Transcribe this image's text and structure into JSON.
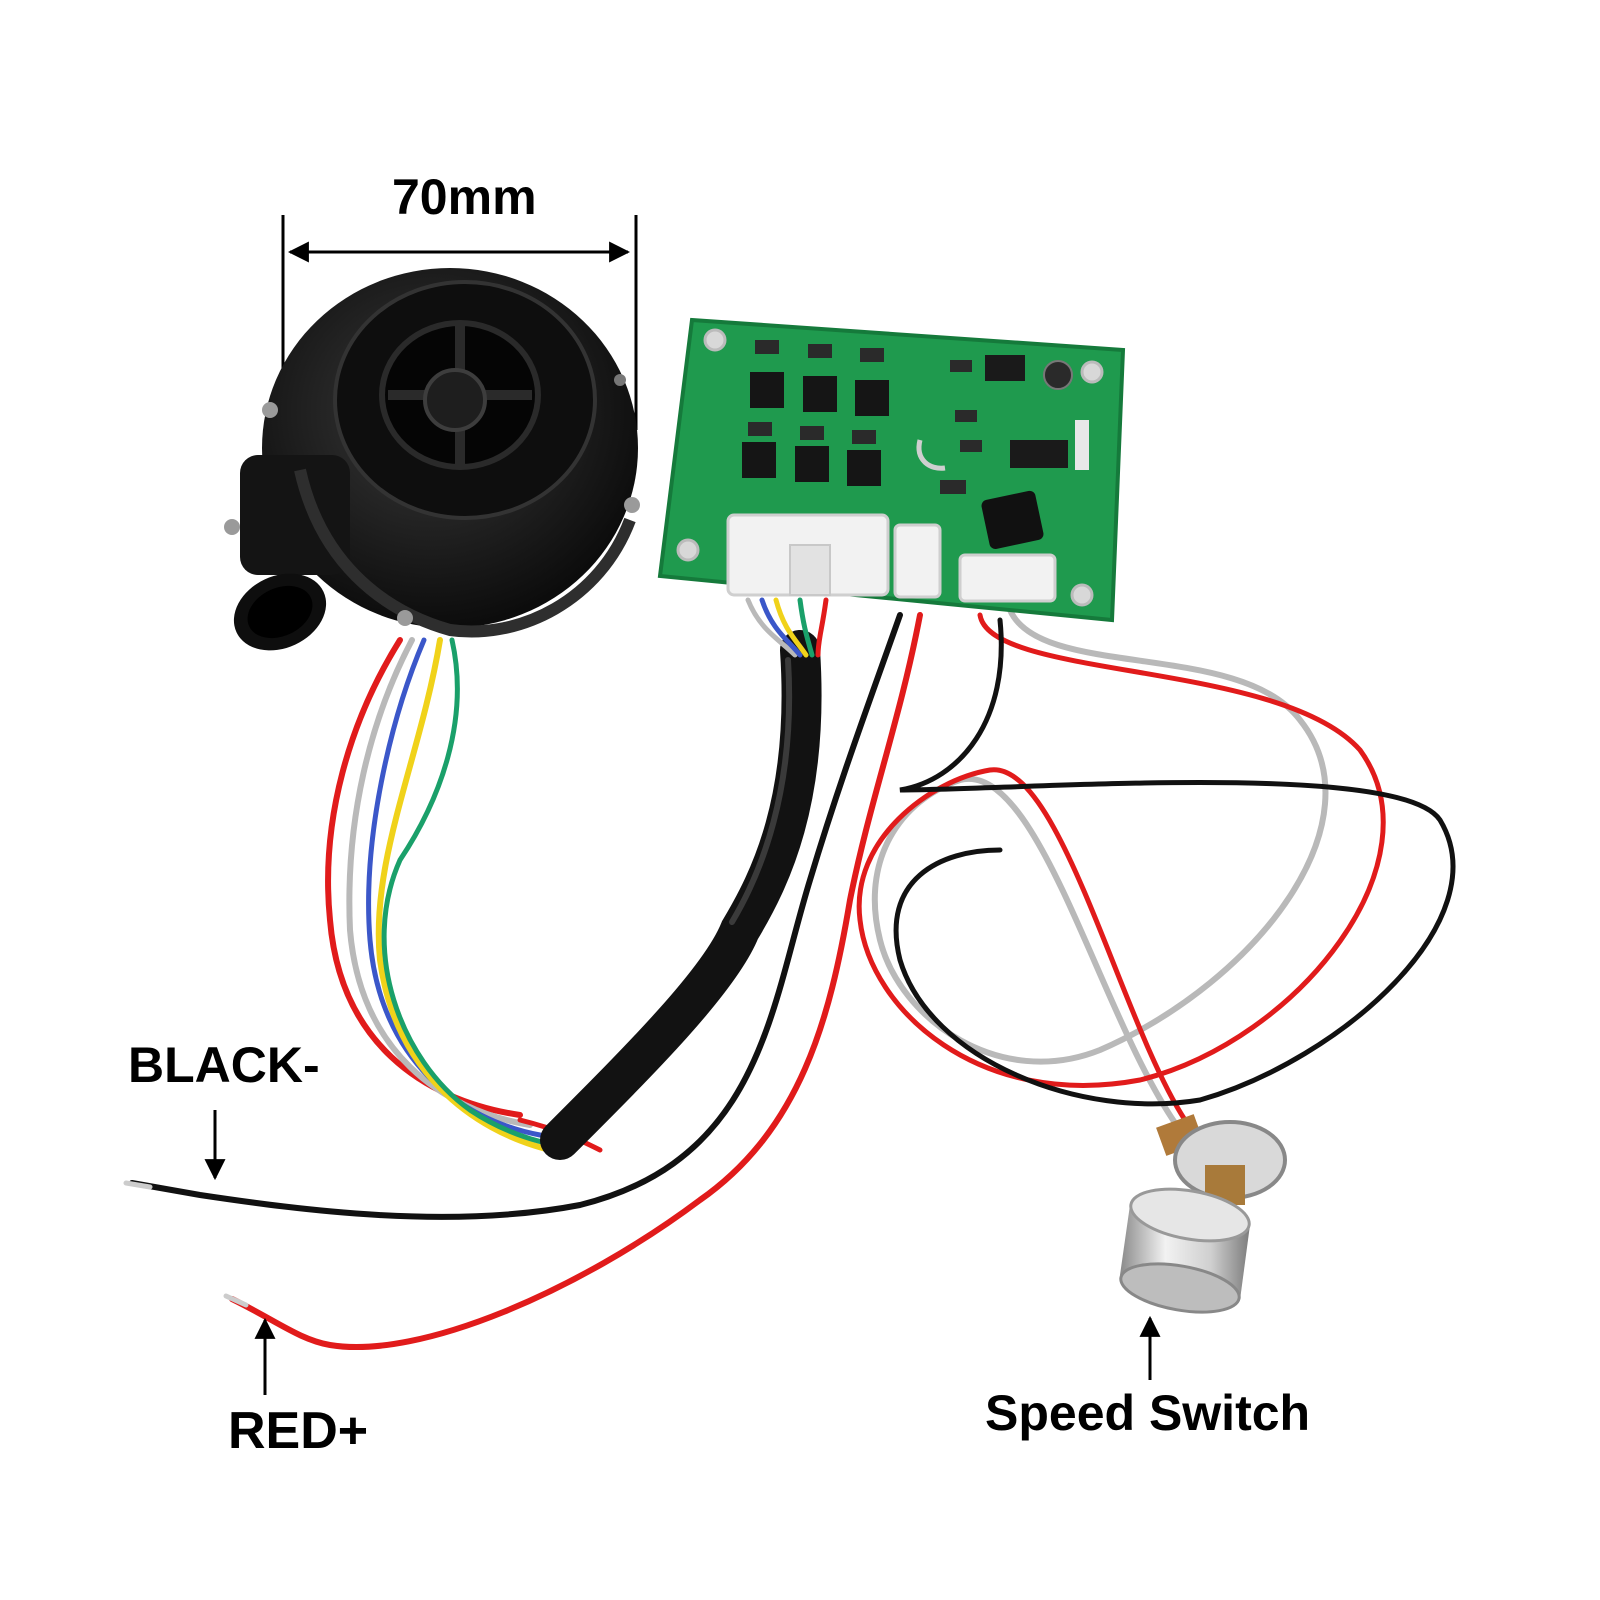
{
  "labels": {
    "dimension": "70mm",
    "black_wire": "BLACK-",
    "red_wire": "RED+",
    "speed_switch": "Speed Switch"
  },
  "colors": {
    "background": "#ffffff",
    "pcb_green": "#1f9a4e",
    "blower_black": "#151515",
    "wire_red": "#e11b1b",
    "wire_black": "#111111",
    "wire_gray": "#b9b9b9",
    "wire_yellow": "#f0d21a",
    "wire_green": "#1aa06a",
    "wire_blue": "#3b57c9",
    "connector_white": "#f2f2f2",
    "knob_silver": "#c9c9c9"
  }
}
